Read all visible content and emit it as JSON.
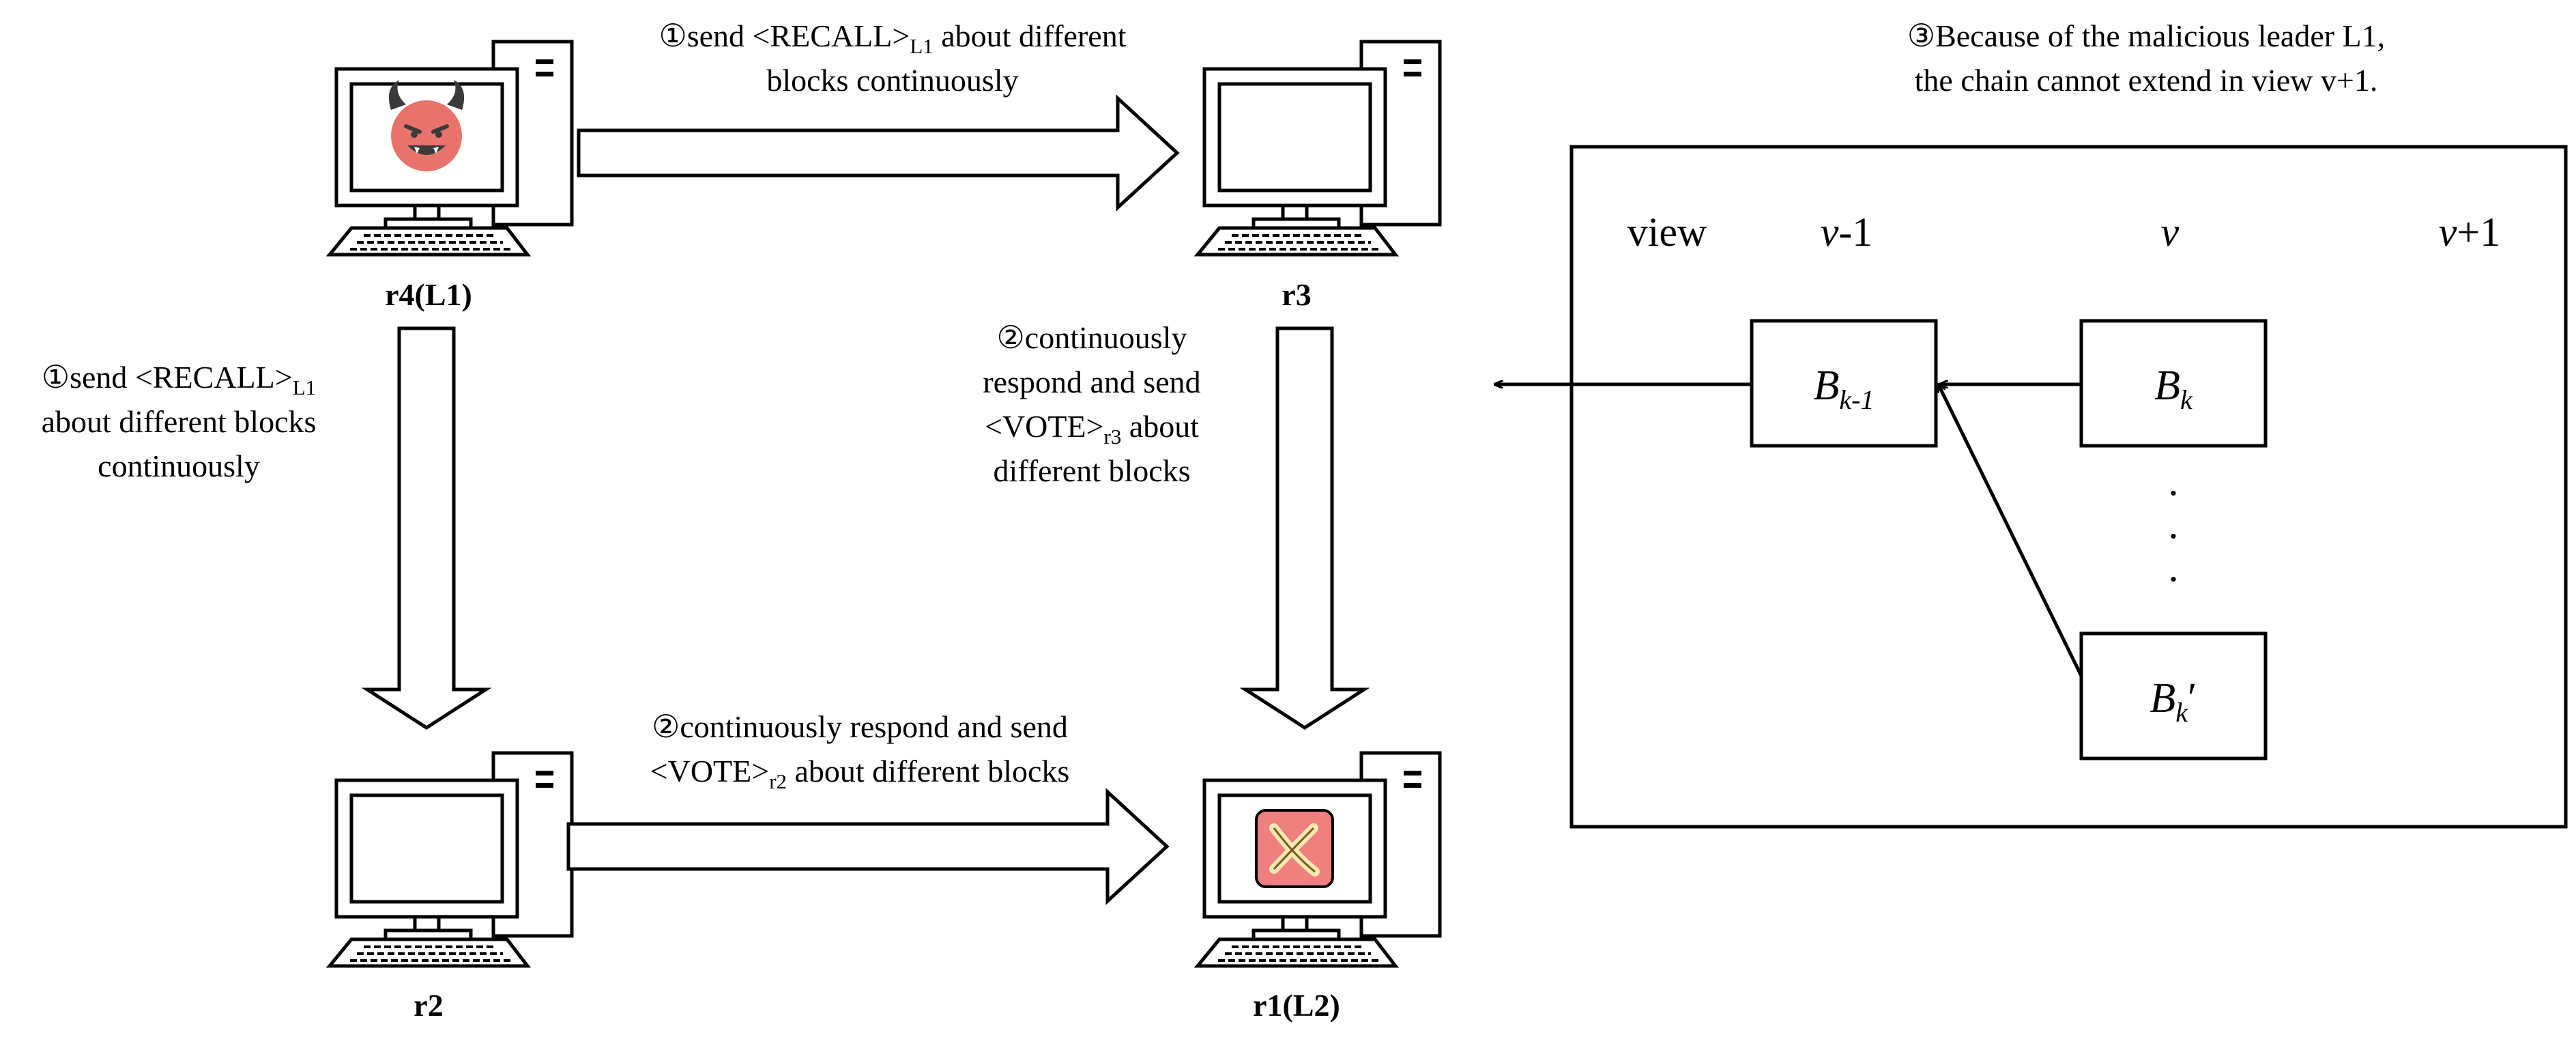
{
  "nodes": {
    "r4": {
      "label": "r4(L1)",
      "badge": "devil-icon"
    },
    "r3": {
      "label": "r3"
    },
    "r2": {
      "label": "r2"
    },
    "r1": {
      "label": "r1(L2)",
      "badge": "x-mark-icon"
    }
  },
  "arrows": {
    "top": {
      "line1_a": "①send <RECALL>",
      "line1_sub": "L1",
      "line1_b": " about different",
      "line2": "blocks continuously"
    },
    "left": {
      "line1_a": "①send <RECALL>",
      "line1_sub": "L1",
      "line2": "about different blocks",
      "line3": "continuously"
    },
    "right": {
      "line1": "②continuously",
      "line2": "respond and send",
      "line3_a": "<VOTE>",
      "line3_sub": "r3",
      "line3_b": " about",
      "line4": "different blocks"
    },
    "bottom": {
      "line1": "②continuously respond and send",
      "line2_a": "<VOTE>",
      "line2_sub": "r2",
      "line2_b": " about different blocks"
    }
  },
  "panel": {
    "caption_line1": "③Because of the malicious leader L1,",
    "caption_line2": "the chain cannot extend in view v+1.",
    "view_label": "view",
    "view_vm1_var": "v",
    "view_vm1_suffix": "-1",
    "view_v": "v",
    "view_vp1_var": "v",
    "view_vp1_suffix": "+1",
    "blocks": {
      "bk1": {
        "main": "B",
        "sub": "k-1"
      },
      "bk": {
        "main": "B",
        "sub": "k"
      },
      "bkp": {
        "main": "B",
        "sub": "k",
        "prime": "′"
      }
    },
    "dots": [
      ".",
      ".",
      "."
    ]
  },
  "colors": {
    "ink": "#000000",
    "devil_face": "#e8736c",
    "devil_horn": "#3a3a3a",
    "x_tile": "#f08080",
    "x_mark": "#f5e8b0"
  }
}
